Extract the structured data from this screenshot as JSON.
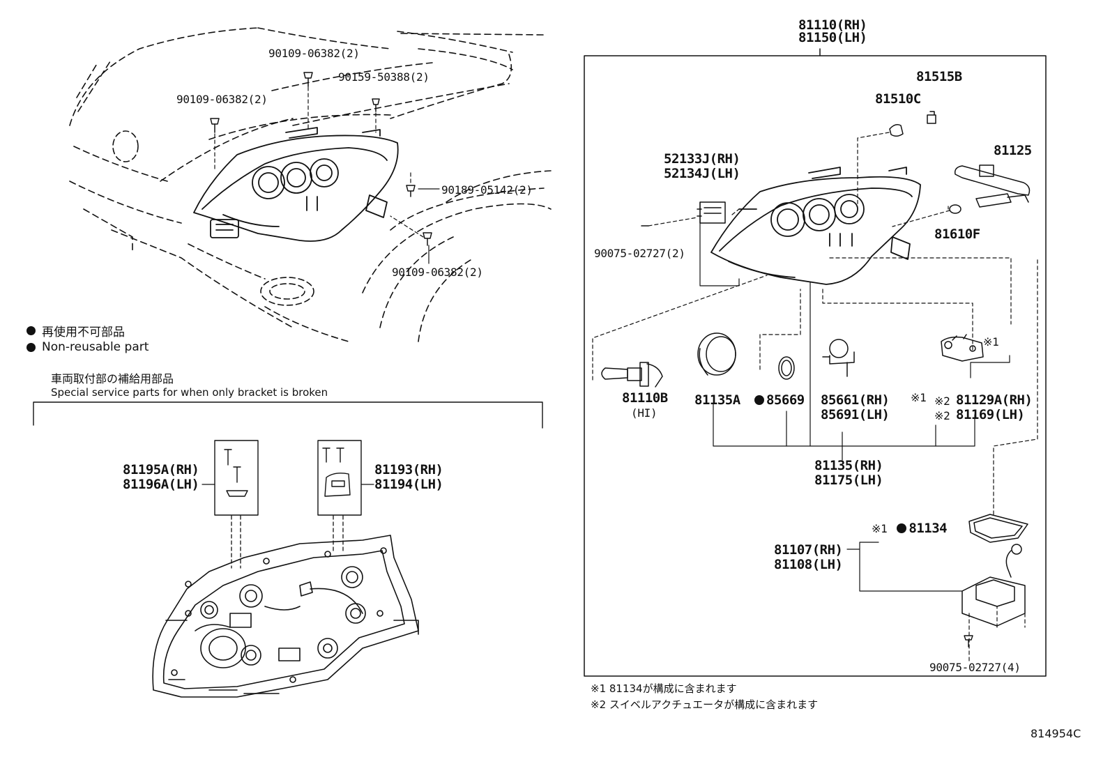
{
  "legend": {
    "nonreusable_jp": "再使用不可部品",
    "nonreusable_en": "Non-reusable part"
  },
  "service": {
    "title_jp": "車両取付部の補給用部品",
    "title_en": "Special service parts for when only bracket is broken"
  },
  "labels": {
    "bolt_top": "90109-06382(2)",
    "bolt_left": "90109-06382(2)",
    "screw_top": "90159-50388(2)",
    "clip": "90189-05142(2)",
    "bolt_bottom": "90109-06382(2)",
    "assy_rh": "81110(RH)",
    "assy_lh": "81150(LH)",
    "bracket_rh": "81195A(RH)",
    "bracket_lh": "81196A(LH)",
    "bracket2_rh": "81193(RH)",
    "bracket2_lh": "81194(LH)",
    "cover_cap": "81515B",
    "cap": "81510C",
    "harness": "81125",
    "cap2": "81610F",
    "socket_rh": "52133J(RH)",
    "socket_lh": "52134J(LH)",
    "socket_screw": "90075-02727(2)",
    "bulb_hi": "81110B",
    "bulb_hi_sub": "(HI)",
    "cover": "81135A",
    "oring": "85669",
    "lamp_rh": "85661(RH)",
    "lamp_lh": "85691(LH)",
    "actuator_mark_top": "※1",
    "actuator_mark_left": "※1",
    "actuator_rh_mark": "※2",
    "actuator_rh": "81129A(RH)",
    "actuator_lh_mark": "※2",
    "actuator_lh": "81169(LH)",
    "unit_rh": "81135(RH)",
    "unit_lh": "81175(LH)",
    "gasket_mark": "※1",
    "gasket": "81134",
    "computer_rh": "81107(RH)",
    "computer_lh": "81108(LH)",
    "computer_screw": "90075-02727(4)"
  },
  "footnotes": {
    "note1": "※1 81134が構成に含まれます",
    "note2": "※2 スイベルアクチュエータが構成に含まれます"
  },
  "figure_id": "814954C"
}
